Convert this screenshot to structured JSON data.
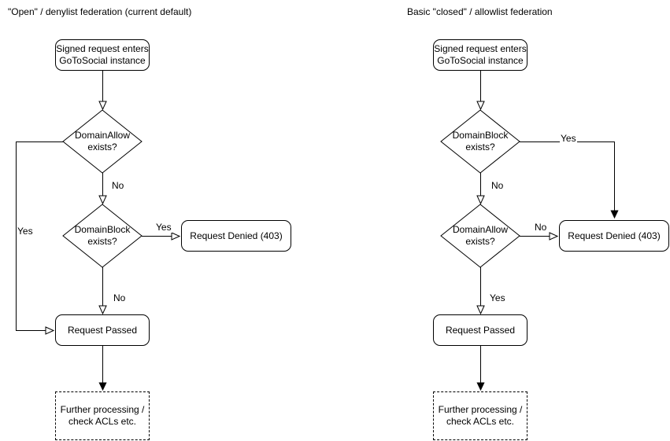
{
  "left_chart": {
    "title": "\"Open\" / denylist federation (current default)",
    "nodes": {
      "start": "Signed request enters\nGoToSocial instance",
      "decision1": "DomainAllow\nexists?",
      "decision2": "DomainBlock\nexists?",
      "denied": "Request Denied (403)",
      "passed": "Request Passed",
      "further": "Further processing /\ncheck ACLs etc."
    },
    "edge_labels": {
      "decision1_yes": "Yes",
      "decision1_no": "No",
      "decision2_yes": "Yes",
      "decision2_no": "No"
    }
  },
  "right_chart": {
    "title": "Basic \"closed\" / allowlist federation",
    "nodes": {
      "start": "Signed request enters\nGoToSocial instance",
      "decision1": "DomainBlock\nexists?",
      "decision2": "DomainAllow\nexists?",
      "denied": "Request Denied (403)",
      "passed": "Request Passed",
      "further": "Further processing /\ncheck ACLs etc."
    },
    "edge_labels": {
      "decision1_yes": "Yes",
      "decision1_no": "No",
      "decision2_no": "No",
      "decision2_yes": "Yes"
    }
  },
  "colors": {
    "stroke": "#000000",
    "node_fill": "#ffffff",
    "text": "#000000",
    "background": "#ffffff"
  }
}
